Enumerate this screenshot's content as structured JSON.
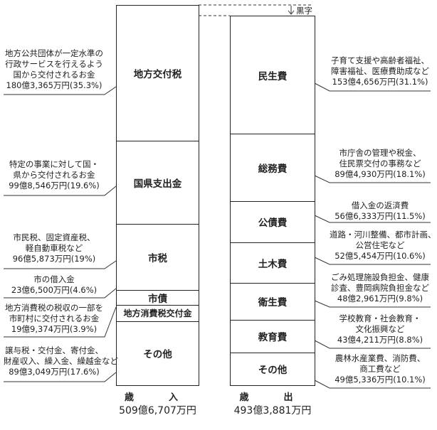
{
  "revenue": {
    "heading": "歳　入",
    "total": "509億6,707万円",
    "items": [
      {
        "name": "地方交付税",
        "desc": [
          "地方公共団体が一定水準の",
          "行政サービスを行えるよう",
          "国から交付されるお金"
        ],
        "amount": "180億3,365万円(35.3%)",
        "percent": 35.3
      },
      {
        "name": "国県支出金",
        "desc": [
          "特定の事業に対して国・",
          "県から交付されるお金"
        ],
        "amount": "99億8,546万円(19.6%)",
        "percent": 19.6
      },
      {
        "name": "市税",
        "desc": [
          "市民税、固定資産税、",
          "軽自動車税など"
        ],
        "amount": "96億5,873万円(19%)",
        "percent": 19
      },
      {
        "name": "市債",
        "desc": [
          "市の借入金"
        ],
        "amount": "23億6,500万円(4.6%)",
        "percent": 4.6
      },
      {
        "name": "地方消費税交付金",
        "desc": [
          "地方消費税の税収の一部を",
          "市町村に交付されるお金"
        ],
        "amount": "19億9,374万円(3.9%)",
        "percent": 3.9
      },
      {
        "name": "その他",
        "desc": [
          "譲与税・交付金、寄付金、",
          "財産収入、繰入金、繰越金など"
        ],
        "amount": "89億3,049万円(17.6%)",
        "percent": 17.6
      }
    ]
  },
  "expenditure": {
    "heading": "歳　出",
    "total": "493億3,881万円",
    "surplus_label": "黒字",
    "items": [
      {
        "name": "民生費",
        "desc": [
          "子育て支援や高齢者福祉、",
          "障害福祉、医療費助成など"
        ],
        "amount": "153億4,656万円(31.1%)",
        "percent": 31.1
      },
      {
        "name": "総務費",
        "desc": [
          "市庁舎の管理や税金、",
          "住民票交付の事務など"
        ],
        "amount": "89億4,930万円(18.1%)",
        "percent": 18.1
      },
      {
        "name": "公債費",
        "desc": [
          "借入金の返済費"
        ],
        "amount": "56億6,333万円(11.5%)",
        "percent": 11.5
      },
      {
        "name": "土木費",
        "desc": [
          "道路・河川整備、都市計画、",
          "公営住宅など"
        ],
        "amount": "52億5,454万円(10.6%)",
        "percent": 10.6
      },
      {
        "name": "衛生費",
        "desc": [
          "ごみ処理施設負担金、健康",
          "診査、豊岡病院負担金など"
        ],
        "amount": "48億2,961万円(9.8%)",
        "percent": 9.8
      },
      {
        "name": "教育費",
        "desc": [
          "学校教育・社会教育・",
          "文化振興など"
        ],
        "amount": "43億4,211万円(8.8%)",
        "percent": 8.8
      },
      {
        "name": "その他",
        "desc": [
          "農林水産業費、消防費、",
          "商工費など"
        ],
        "amount": "49億5,336万円(10.1%)",
        "percent": 10.1
      }
    ]
  }
}
